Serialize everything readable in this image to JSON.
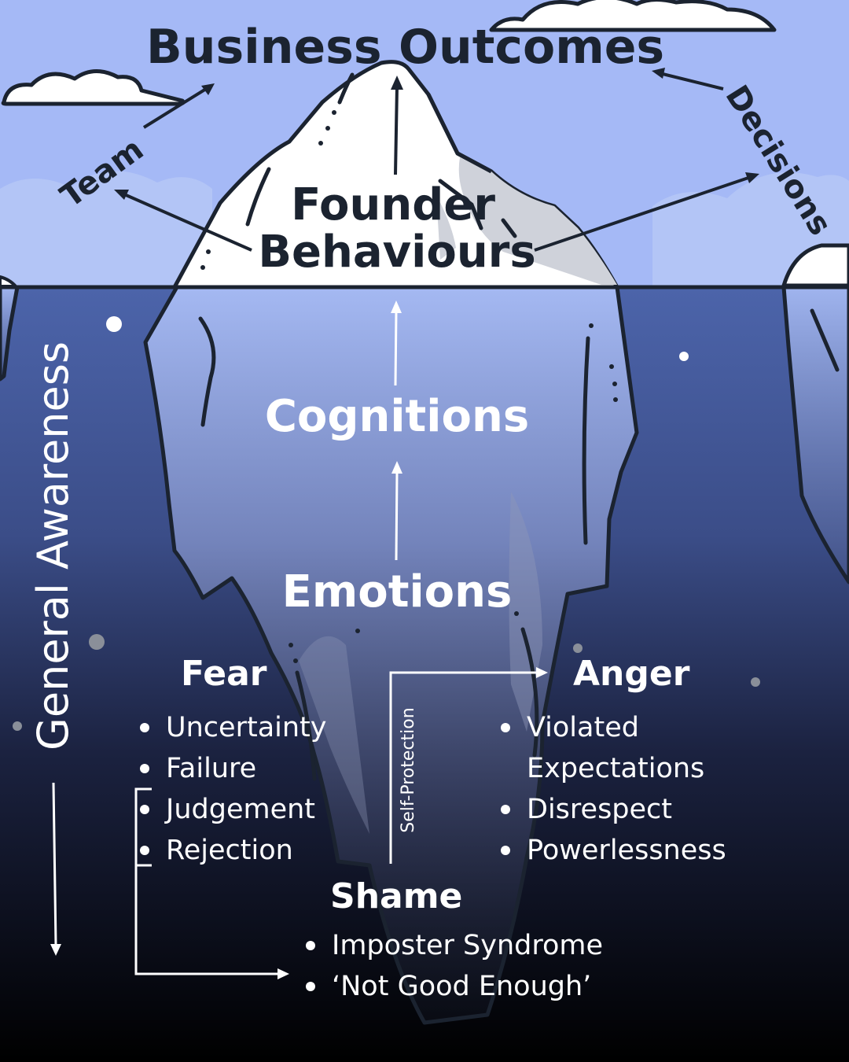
{
  "colors": {
    "sky": "#a5b9f6",
    "ice": "#ffffff",
    "ice_shade": "#d6d9e0",
    "outline": "#1b2330",
    "water_top": "#4c64aa",
    "water_bottom": "#000000"
  },
  "top": {
    "title_left": "Business",
    "title_right": "Outcomes",
    "arrow_left": "Team",
    "arrow_right": "Decisions",
    "center_line1": "Founder",
    "center_line2": "Behaviours"
  },
  "layers": {
    "cognitions": "Cognitions",
    "emotions": "Emotions",
    "side_axis": "General Awareness",
    "connector": "Self-Protection"
  },
  "fear": {
    "title": "Fear",
    "items": [
      "Uncertainty",
      "Failure",
      "Judgement",
      "Rejection"
    ]
  },
  "anger": {
    "title": "Anger",
    "items": [
      "Violated",
      "Expectations",
      "Disrespect",
      "Powerlessness"
    ]
  },
  "shame": {
    "title": "Shame",
    "items": [
      "Imposter Syndrome",
      "‘Not Good Enough’"
    ]
  }
}
